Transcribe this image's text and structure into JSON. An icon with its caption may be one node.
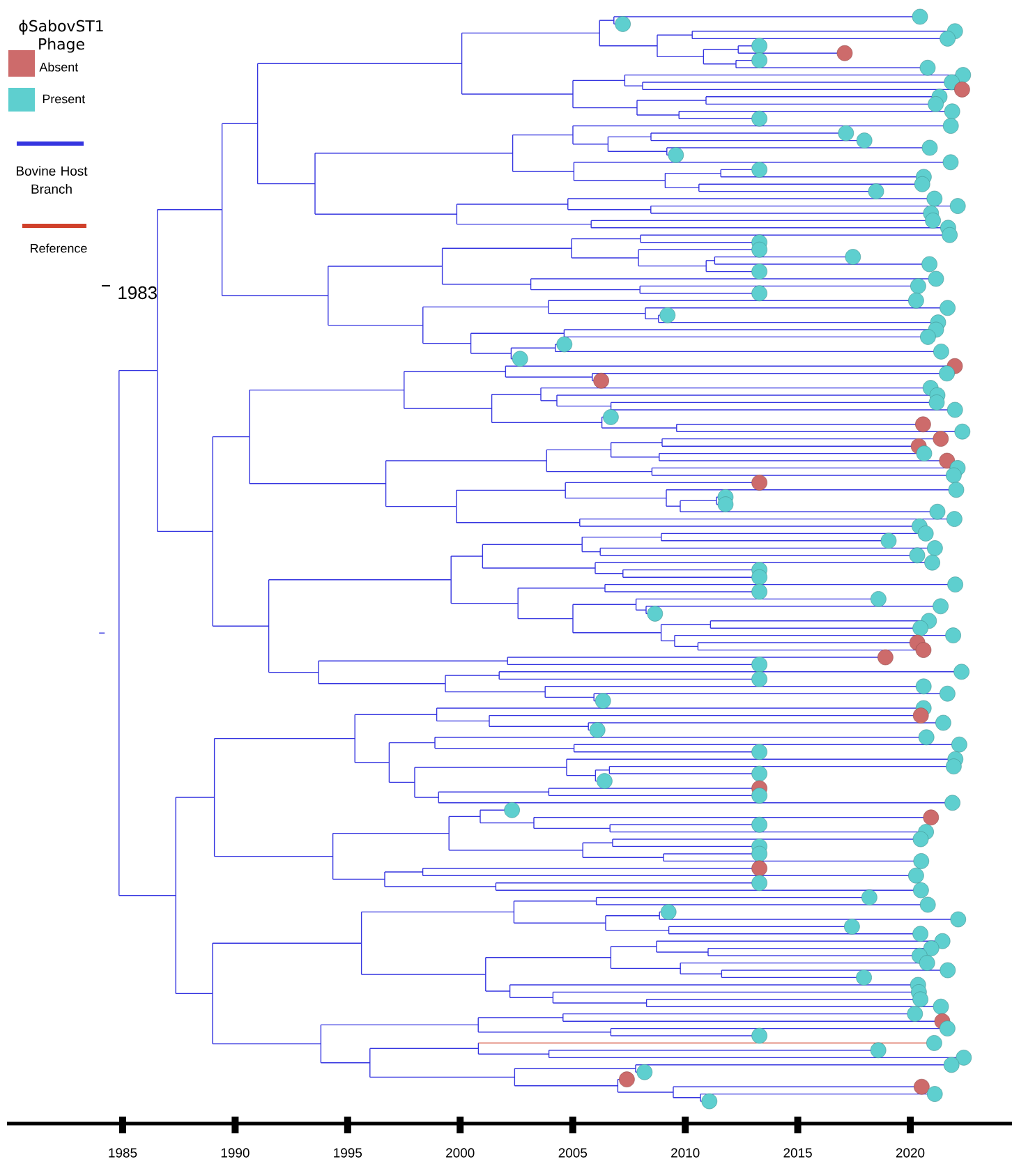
{
  "diagram": {
    "labels": [
      "ϕSabovST1 Phage",
      "1983",
      "1985",
      "1990",
      "1995",
      "2000",
      "2005",
      "2010",
      "2015",
      "2020"
    ],
    "legend": [
      {
        "text": "Absent",
        "color": "#cd6b6b"
      },
      {
        "text": "Present",
        "color": "#5ecfcf"
      },
      {
        "text": "Bovine Host Branch"
      },
      {
        "text": "Reference"
      }
    ]
  }
}
